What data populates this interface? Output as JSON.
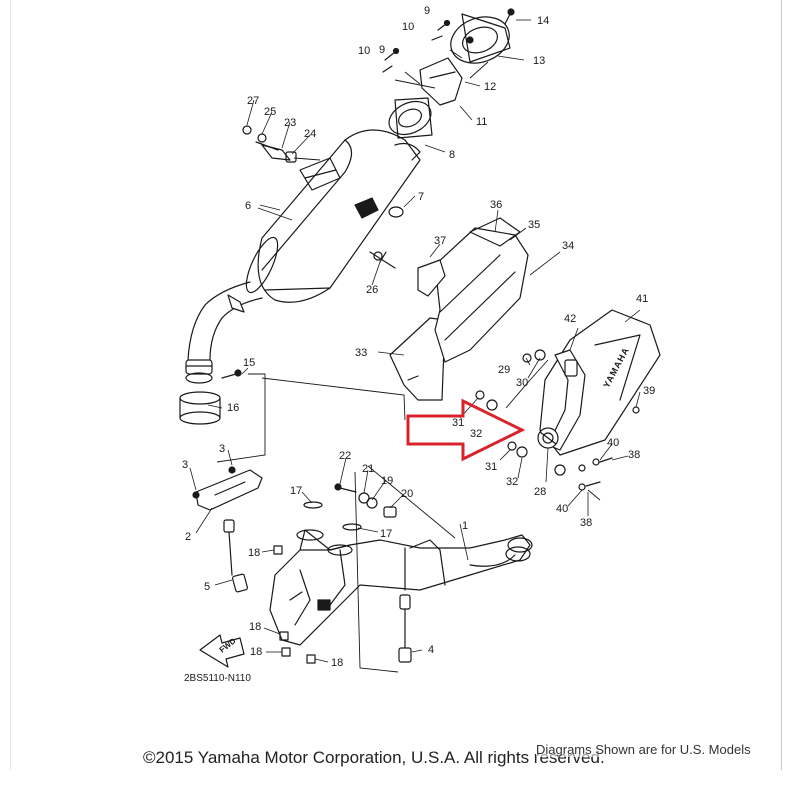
{
  "diagram": {
    "code": "2BS5110-N110",
    "fwd_label": "FWD",
    "brand_mark": "YAMAHA",
    "callouts": [
      "1",
      "2",
      "3",
      "3",
      "4",
      "5",
      "6",
      "7",
      "8",
      "9",
      "9",
      "10",
      "10",
      "11",
      "12",
      "13",
      "14",
      "15",
      "16",
      "17",
      "17",
      "18",
      "18",
      "18",
      "18",
      "19",
      "20",
      "21",
      "22",
      "23",
      "24",
      "25",
      "26",
      "27",
      "28",
      "29",
      "30",
      "31",
      "31",
      "32",
      "32",
      "33",
      "34",
      "35",
      "36",
      "37",
      "38",
      "38",
      "39",
      "40",
      "40",
      "41",
      "42"
    ],
    "highlight_color": "#d8232a",
    "line_color": "#1a1a1a"
  },
  "footer": {
    "copyright": "©2015 Yamaha Motor Corporation, U.S.A. All rights reserved.",
    "note": "Diagrams Shown are for U.S. Models"
  }
}
